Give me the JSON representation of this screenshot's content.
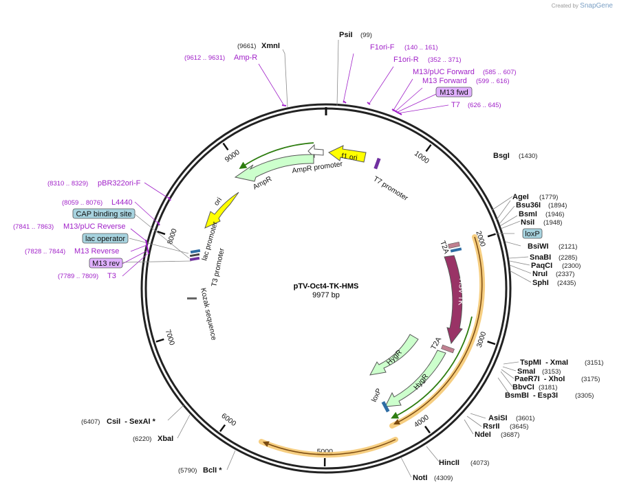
{
  "brand": {
    "created_by": "Created by",
    "name": "SnapGene"
  },
  "plasmid": {
    "name": "pTV-Oct4-TK-HMS",
    "size_text": "9977 bp",
    "length": 9977
  },
  "ticks": [
    "1000",
    "2000",
    "3000",
    "4000",
    "5000",
    "6000",
    "7000",
    "8000",
    "9000"
  ],
  "enzymes_top": [
    {
      "name": "XmnI",
      "pos": "(9661)"
    },
    {
      "name": "PsiI",
      "pos": "(99)"
    }
  ],
  "enzymes_right": [
    {
      "name": "BsgI",
      "pos": "(1430)"
    },
    {
      "name": "AgeI",
      "pos": "(1779)"
    },
    {
      "name": "Bsu36I",
      "pos": "(1894)"
    },
    {
      "name": "BsmI",
      "pos": "(1946)"
    },
    {
      "name": "NsiI",
      "pos": "(1948)"
    },
    {
      "name": "BsiWI",
      "pos": "(2121)"
    },
    {
      "name": "SnaBI",
      "pos": "(2285)"
    },
    {
      "name": "PaqCI",
      "pos": "(2300)"
    },
    {
      "name": "NruI",
      "pos": "(2337)"
    },
    {
      "name": "SphI",
      "pos": "(2435)"
    },
    {
      "name": "TspMI  - XmaI",
      "pos": "(3151)"
    },
    {
      "name": "SmaI",
      "pos": "(3153)"
    },
    {
      "name": "PaeR7I  - XhoI",
      "pos": "(3175)"
    },
    {
      "name": "BbvCI",
      "pos": "(3181)"
    },
    {
      "name": "BsmBI  - Esp3I",
      "pos": "(3305)"
    },
    {
      "name": "AsiSI",
      "pos": "(3601)"
    },
    {
      "name": "RsrII",
      "pos": "(3645)"
    },
    {
      "name": "NdeI",
      "pos": "(3687)"
    },
    {
      "name": "HincII",
      "pos": "(4073)"
    },
    {
      "name": "NotI",
      "pos": "(4309)"
    }
  ],
  "enzymes_left": [
    {
      "name": "CsiI  - SexAI *",
      "pos": "(6407)"
    },
    {
      "name": "XbaI",
      "pos": "(6220)"
    },
    {
      "name": "BclI *",
      "pos": "(5790)"
    }
  ],
  "primers_right": [
    {
      "name": "F1ori-F",
      "range": "(140 .. 161)"
    },
    {
      "name": "F1ori-R",
      "range": "(352 .. 371)"
    },
    {
      "name": "M13/pUC Forward",
      "range": "(585 .. 607)"
    },
    {
      "name": "M13 Forward",
      "range": "(599 .. 616)"
    },
    {
      "name": "M13 fwd",
      "range": ""
    },
    {
      "name": "T7",
      "range": "(626 .. 645)"
    }
  ],
  "primers_left": [
    {
      "name": "Amp-R",
      "range": "(9612 .. 9631)"
    },
    {
      "name": "pBR322ori-F",
      "range": "(8310 .. 8329)"
    },
    {
      "name": "L4440",
      "range": "(8059 .. 8076)"
    },
    {
      "name": "CAP binding site",
      "range": ""
    },
    {
      "name": "M13/pUC Reverse",
      "range": "(7841 .. 7863)"
    },
    {
      "name": "lac operator",
      "range": ""
    },
    {
      "name": "M13 Reverse",
      "range": "(7828 .. 7844)"
    },
    {
      "name": "M13 rev",
      "range": ""
    },
    {
      "name": "T3",
      "range": "(7789 .. 7809)"
    }
  ],
  "features": {
    "f1_ori": "f1 ori",
    "t7_promoter": "T7 promoter",
    "ampr_promoter": "AmpR promoter",
    "ampr": "AmpR",
    "ori": "ori",
    "lac_promoter": "lac promoter",
    "t3_promoter": "T3 promoter",
    "kozak": "Kozak sequence",
    "loxp_top": "loxP",
    "t2a_top": "T2A",
    "hsv_tk": "HSV TK",
    "t2a_bottom": "T2A",
    "hygr_outer": "HygR",
    "hygr_inner": "HygR",
    "loxp_bottom": "loxP"
  },
  "colors": {
    "backbone": "#222222",
    "primer": "#a020c8",
    "ori_yellow": "#ffff00",
    "ampr_green": "#ccffcc",
    "hsv_tk": "#993366",
    "orf_orange": "#f5c66b",
    "box_blue": "#a7d3df",
    "box_purple": "#e0b0ff"
  }
}
